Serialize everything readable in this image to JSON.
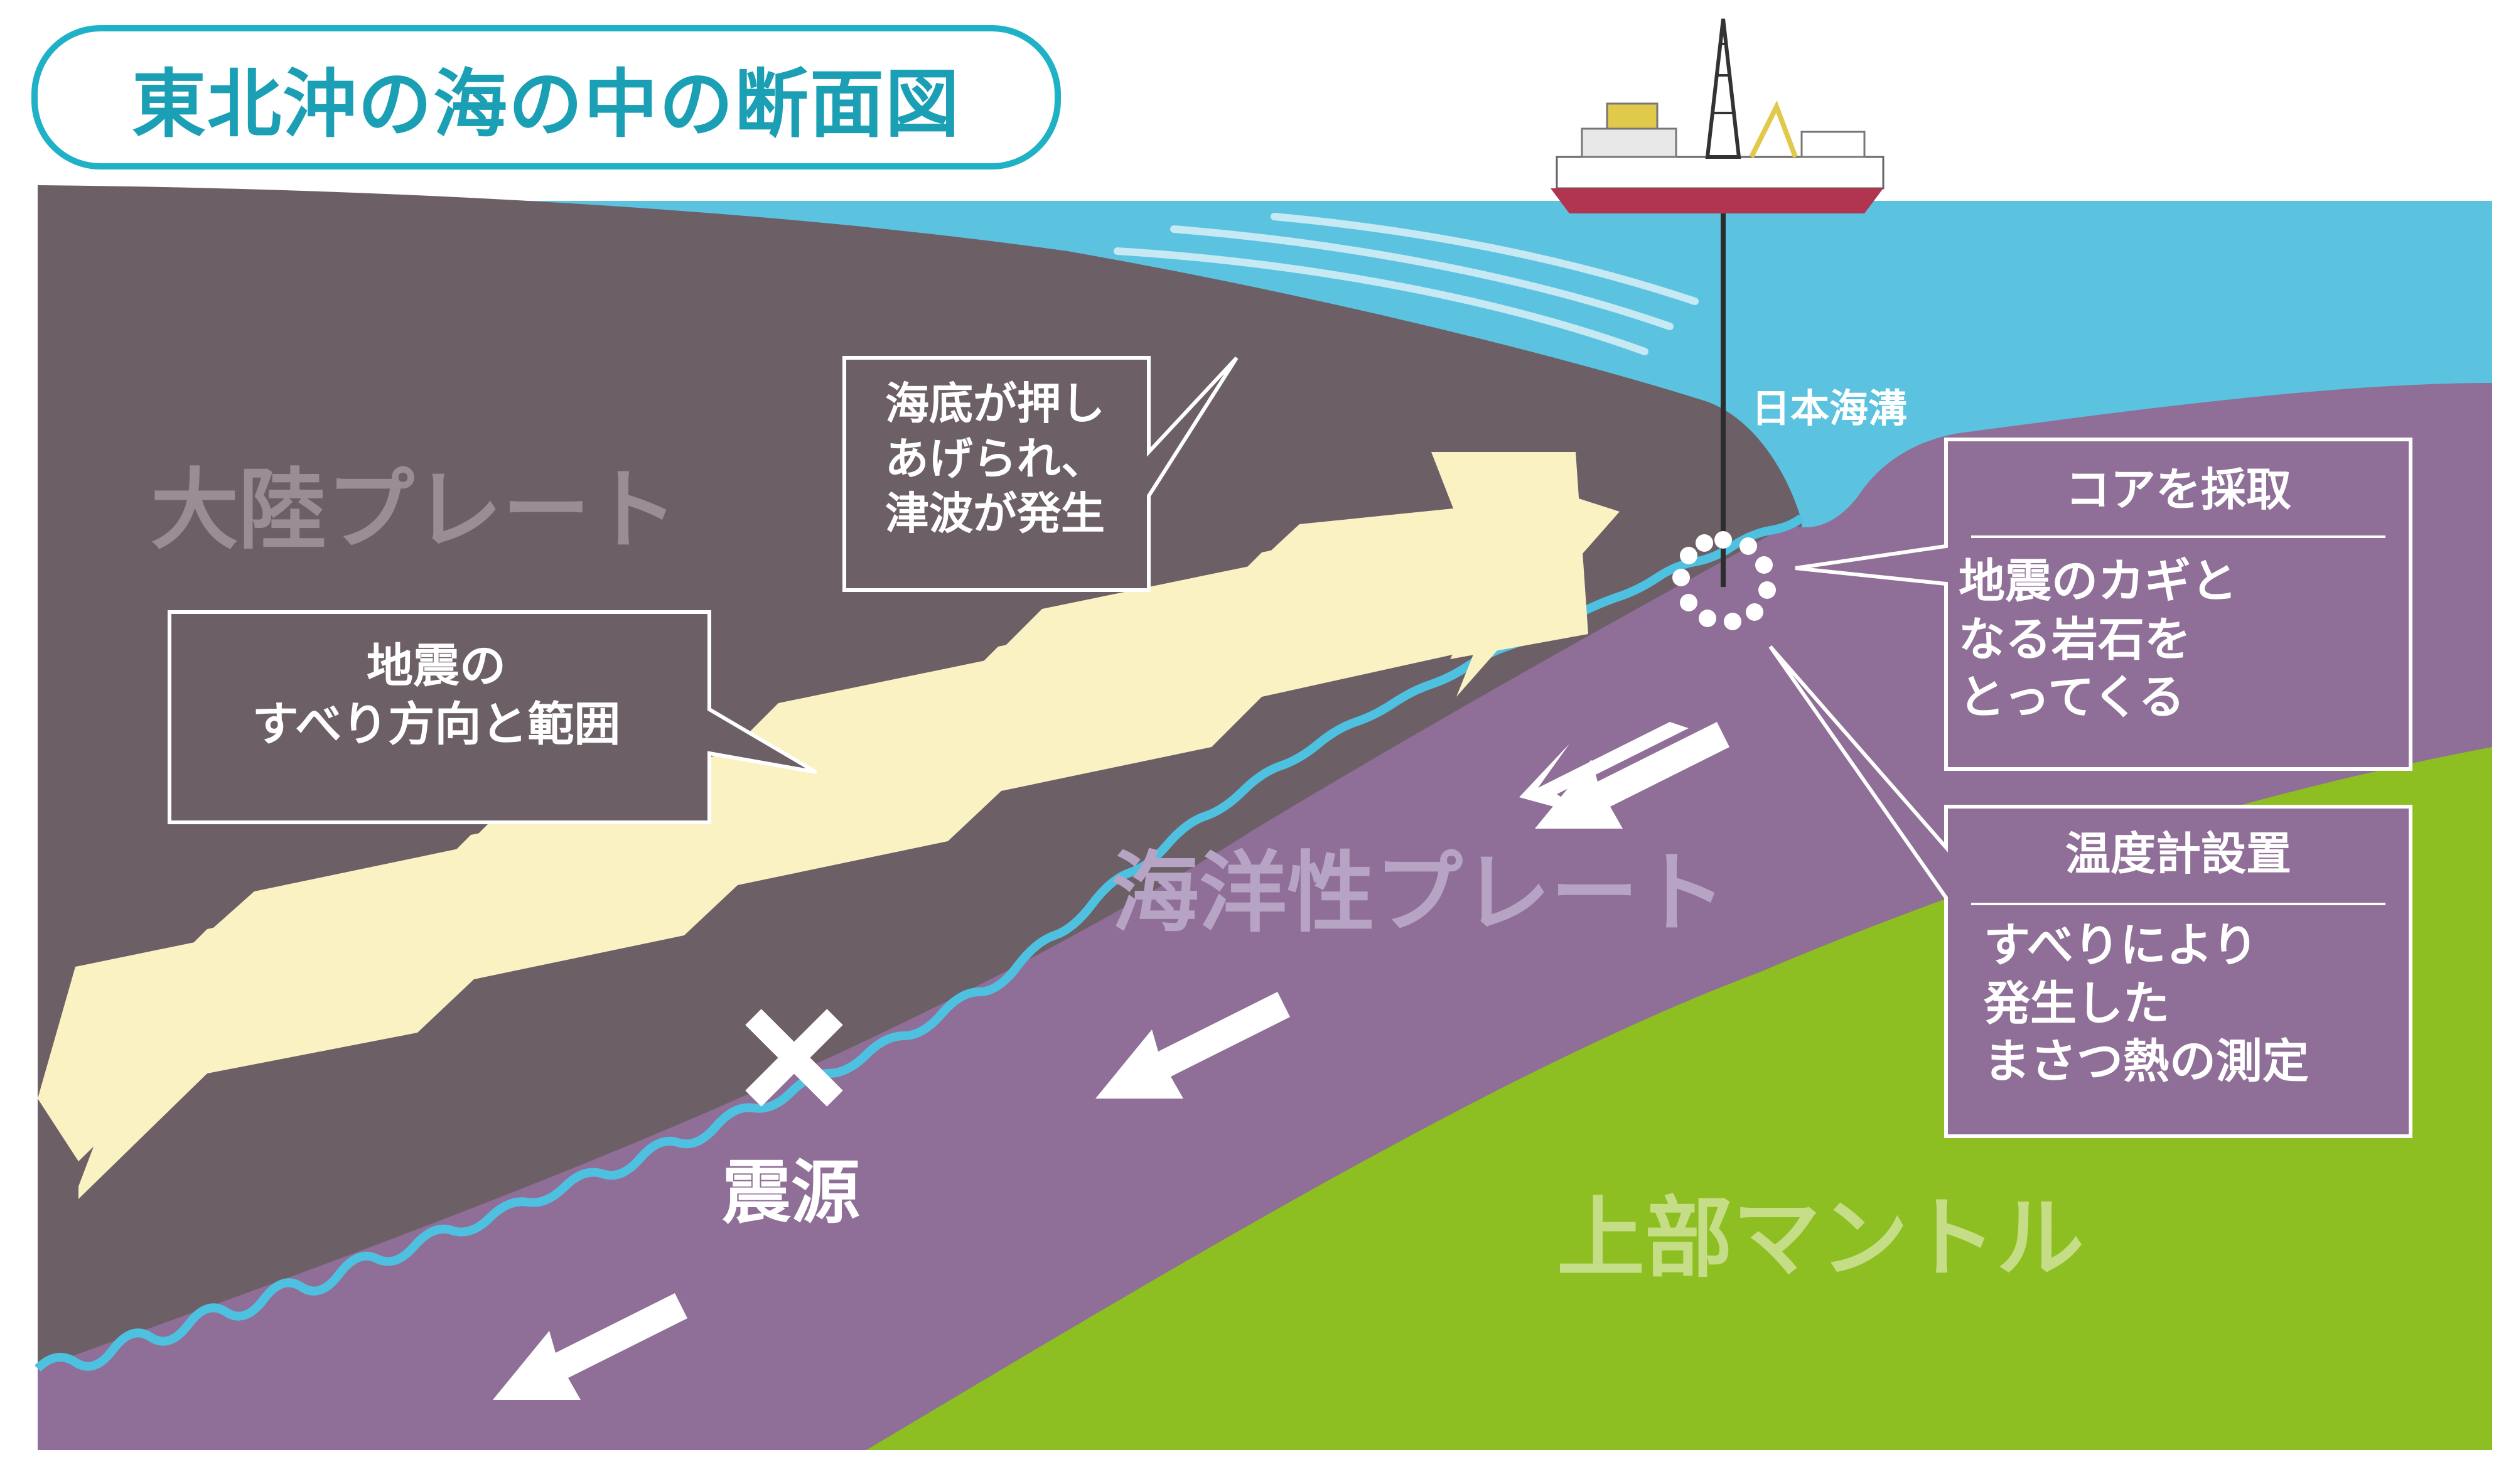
{
  "title": "東北沖の海の中の断面図",
  "labels": {
    "continental_plate": "大陸プレート",
    "oceanic_plate": "海洋性プレート",
    "upper_mantle": "上部マントル",
    "hypocenter": "震源",
    "trench": "日本海溝"
  },
  "callouts": {
    "tsunami": {
      "lines": [
        "海底が押し",
        "あげられ、",
        "津波が発生"
      ]
    },
    "earthquake_slip": {
      "lines": [
        "地震の",
        "すべり方向と範囲"
      ]
    },
    "core_sampling": {
      "heading": "コアを採取",
      "lines": [
        "地震のカギと",
        "なる岩石を",
        "とってくる"
      ]
    },
    "thermometer": {
      "heading": "温度計設置",
      "lines": [
        "すべりにより",
        "発生した",
        "まさつ熱の測定"
      ]
    }
  },
  "colors": {
    "sea": "#5bc3e0",
    "continental_plate": "#6d5f66",
    "oceanic_plate": "#8f6e97",
    "upper_mantle": "#8dbf22",
    "slip_arrow": "#fbf2c4",
    "title_accent": "#1fb2c6",
    "fault_line": "#4fc1e0"
  },
  "icons": {
    "ship": "drilling-ship-icon",
    "hypocenter_mark": "cross-mark-icon",
    "drill_site": "dotted-circle-icon",
    "plate_motion": "arrow-icon"
  }
}
